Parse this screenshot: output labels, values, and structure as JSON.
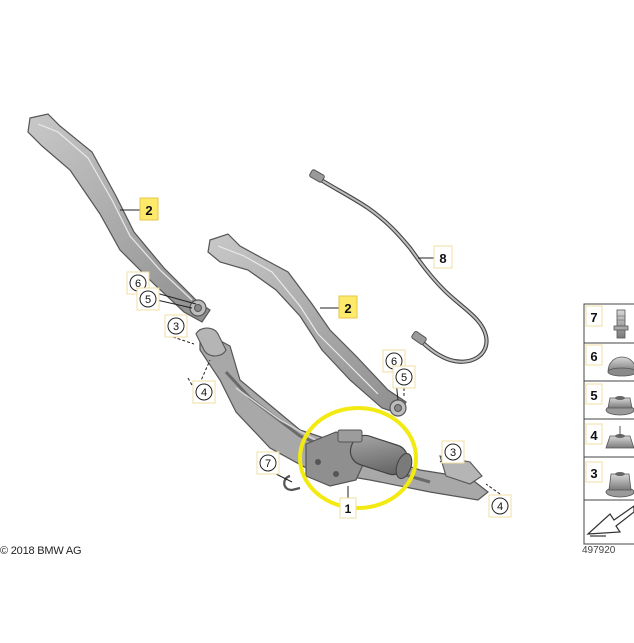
{
  "copyright": "© 2018 BMW AG",
  "image_number": "497920",
  "callouts": {
    "wiper_arm_left": "2",
    "wiper_arm_right": "2",
    "cap_left": "6",
    "nut_left": "5",
    "nut_linkage_left": "3",
    "nut_linkage_left_lower": "4",
    "cable": "8",
    "cap_right": "6",
    "nut_right": "5",
    "nut_linkage_right": "3",
    "nut_linkage_right_lower": "4",
    "stud": "7",
    "motor": "1"
  },
  "legend": [
    {
      "number": "7",
      "part": "stud-bolt"
    },
    {
      "number": "6",
      "part": "cap"
    },
    {
      "number": "5",
      "part": "hex-nut-flange"
    },
    {
      "number": "4",
      "part": "hex-nut"
    },
    {
      "number": "3",
      "part": "nut-washer"
    }
  ],
  "colors": {
    "highlight_yellow": "#fde96a",
    "highlight_border": "#e8c64a",
    "ring_yellow": "#f2ea10",
    "part_gray": "#9e9e9e",
    "part_dark": "#6d6d6d",
    "outline": "#555555"
  }
}
